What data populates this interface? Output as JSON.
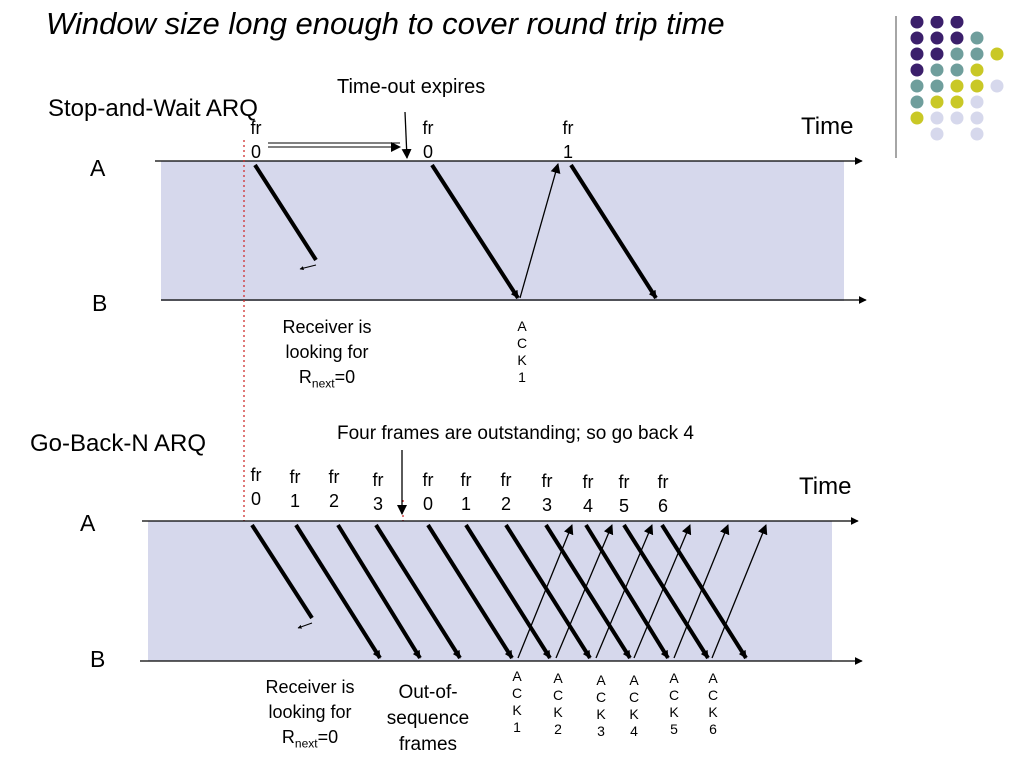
{
  "title": "Window size long enough to cover round trip time",
  "stop_and_wait": {
    "heading": "Stop-and-Wait ARQ",
    "timeout_label": "Time-out expires",
    "time_label": "Time",
    "station_a": "A",
    "station_b": "B",
    "frames": [
      {
        "word": "fr",
        "num": "0"
      },
      {
        "word": "fr",
        "num": "0"
      },
      {
        "word": "fr",
        "num": "1"
      }
    ],
    "ack": [
      "A",
      "C",
      "K",
      "1"
    ],
    "receiver_note": {
      "line1": "Receiver is",
      "line2": "looking for",
      "var": "R",
      "sub": "next",
      "eq": "=0"
    }
  },
  "go_back_n": {
    "heading": "Go-Back-N ARQ",
    "outstanding_label": "Four frames are outstanding; so go back 4",
    "time_label": "Time",
    "station_a": "A",
    "station_b": "B",
    "frames": [
      {
        "word": "fr",
        "num": "0"
      },
      {
        "word": "fr",
        "num": "1"
      },
      {
        "word": "fr",
        "num": "2"
      },
      {
        "word": "fr",
        "num": "3"
      },
      {
        "word": "fr",
        "num": "0"
      },
      {
        "word": "fr",
        "num": "1"
      },
      {
        "word": "fr",
        "num": "2"
      },
      {
        "word": "fr",
        "num": "3"
      },
      {
        "word": "fr",
        "num": "4"
      },
      {
        "word": "fr",
        "num": "5"
      },
      {
        "word": "fr",
        "num": "6"
      }
    ],
    "acks": [
      [
        "A",
        "C",
        "K",
        "1"
      ],
      [
        "A",
        "C",
        "K",
        "2"
      ],
      [
        "A",
        "C",
        "K",
        "3"
      ],
      [
        "A",
        "C",
        "K",
        "4"
      ],
      [
        "A",
        "C",
        "K",
        "5"
      ],
      [
        "A",
        "C",
        "K",
        "6"
      ]
    ],
    "receiver_note": {
      "line1": "Receiver is",
      "line2": "looking for",
      "var": "R",
      "sub": "next",
      "eq": "=0"
    },
    "out_of_sequence_note": {
      "line1": "Out-of-",
      "line2": "sequence",
      "line3": "frames"
    }
  },
  "colors": {
    "band": "#d6d8ec",
    "timeout_line": "#d03030",
    "logo_purple": "#3b1f6b",
    "logo_teal": "#6f9e9c",
    "logo_yellow": "#c9c826",
    "logo_lavender": "#d6d8ec"
  }
}
